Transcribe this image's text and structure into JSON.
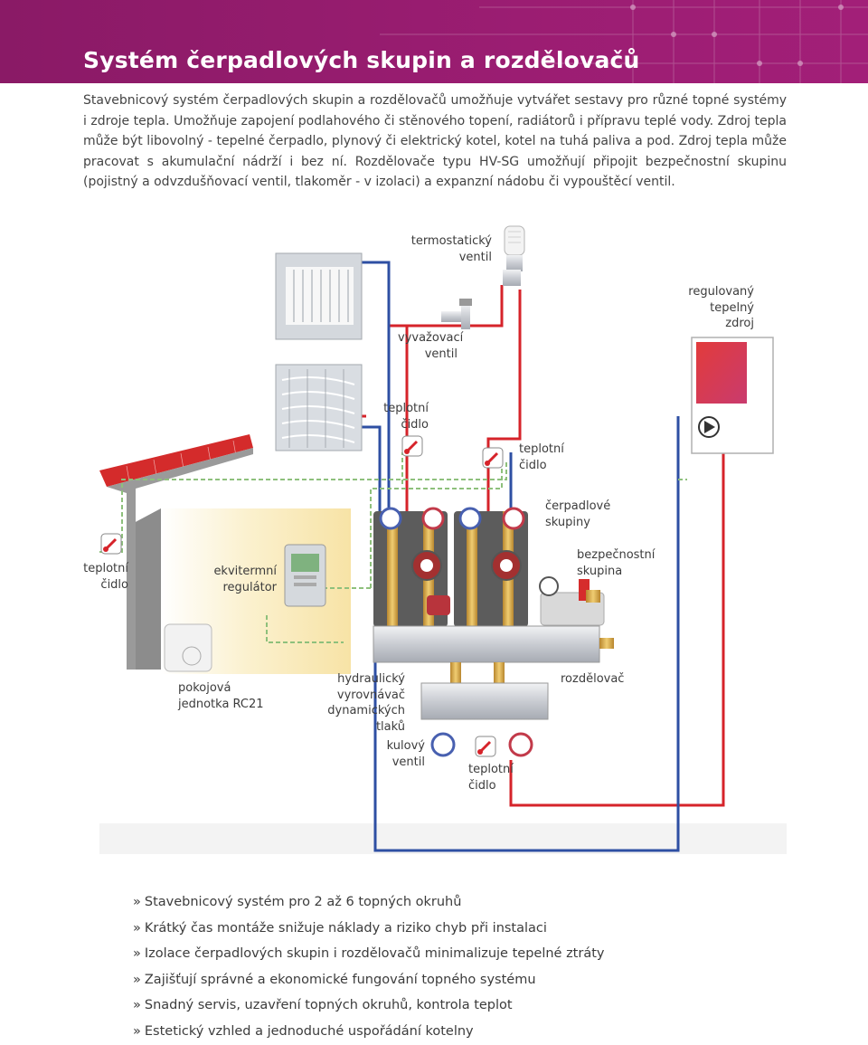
{
  "header": {
    "title": "Systém čerpadlových skupin a rozdělovačů",
    "color": "#9b1d72"
  },
  "intro": "Stavebnicový systém čerpadlových skupin a rozdělovačů umožňuje vytvářet sestavy pro různé topné systémy i zdroje tepla. Umožňuje zapojení podlahového či stěnového topení, radiátorů i přípravu teplé vody. Zdroj tepla může být libovolný - tepelné čerpadlo, plynový či elektrický kotel, kotel na tuhá paliva a pod. Zdroj tepla může pracovat s akumulační nádrží i bez ní. Rozdělovače typu HV-SG umožňují připojit bezpečnostní skupinu (pojistný a odvzdušňovací ventil, tlakoměr - v izolaci) a expanzní nádobu či vypouštěcí ventil.",
  "diagram": {
    "labels": {
      "thermostatic_valve": [
        "termostatický",
        "ventil"
      ],
      "balancing_valve": [
        "vyvažovací",
        "ventil"
      ],
      "heat_source": [
        "regulovaný",
        "tepelný",
        "zdroj"
      ],
      "temp_sensor_1": [
        "teplotní",
        "čidlo"
      ],
      "temp_sensor_2": [
        "teplotní",
        "čidlo"
      ],
      "pump_groups": [
        "čerpadlové",
        "skupiny"
      ],
      "temp_sensor_outdoor": [
        "teplotní",
        "čidlo"
      ],
      "regulator": [
        "ekvitermní",
        "regulátor"
      ],
      "safety_group": [
        "bezpečnostní",
        "skupina"
      ],
      "room_unit": [
        "pokojová",
        "jednotka RC21"
      ],
      "hydraulic_separator": [
        "hydraulický",
        "vyrovnávač",
        "dynamických",
        "tlaků"
      ],
      "distributor": [
        "rozdělovač"
      ],
      "ball_valve": [
        "kulový",
        "ventil"
      ],
      "temp_sensor_3": [
        "teplotní",
        "čidlo"
      ]
    },
    "colors": {
      "supply": "#d6232a",
      "return": "#2e4fa3",
      "signal": "#8ec07c",
      "roof": "#d42b2b"
    }
  },
  "bullet_marker": "»",
  "bullets": [
    "Stavebnicový systém pro 2 až 6 topných okruhů",
    "Krátký čas montáže snižuje náklady a riziko chyb při instalaci",
    "Izolace čerpadlových skupin i rozdělovačů minimalizuje tepelné ztráty",
    "Zajišťují správné a ekonomické fungování topného systému",
    "Snadný servis, uzavření topných okruhů, kontrola teplot",
    "Estetický vzhled a jednoduché uspořádání kotelny"
  ]
}
